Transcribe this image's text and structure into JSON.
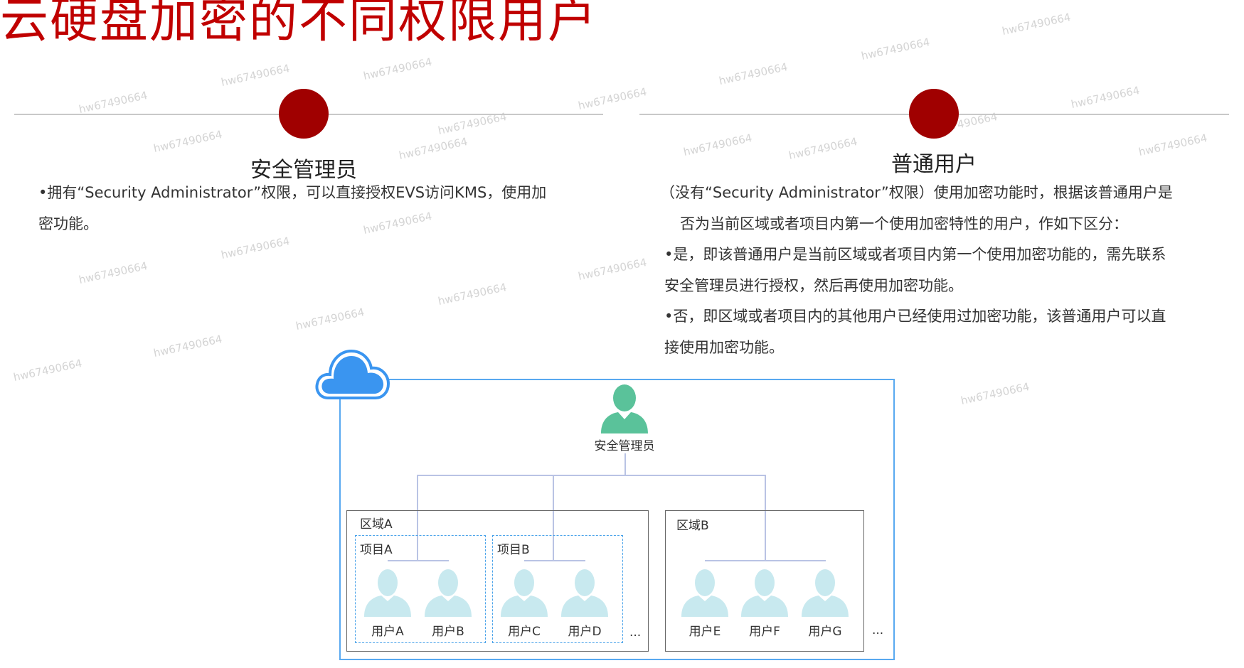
{
  "title": "云硬盘加密的不同权限用户",
  "watermark": "hw67490664",
  "colors": {
    "title": "#c00000",
    "dot": "#a00000",
    "frame": "#59a9f0",
    "admin_icon": "#5ac29a",
    "user_icon": "#c8e9ef"
  },
  "left": {
    "heading": "安全管理员",
    "lines": [
      "•拥有“Security Administrator”权限，可以直接授权EVS访问KMS，使用加",
      "密功能。"
    ]
  },
  "right": {
    "heading": "普通用户",
    "lines": [
      "（没有“Security Administrator”权限）使用加密功能时，根据该普通用户是",
      "否为当前区域或者项目内第一个使用加密特性的用户，作如下区分：",
      "•是，即该普通用户是当前区域或者项目内第一个使用加密功能的，需先联系",
      "安全管理员进行授权，然后再使用加密功能。",
      "•否，即区域或者项目内的其他用户已经使用过加密功能，该普通用户可以直",
      "接使用加密功能。"
    ]
  },
  "diagram": {
    "admin_label": "安全管理员",
    "region_a": "区域A",
    "region_b": "区域B",
    "project_a": "项目A",
    "project_b": "项目B",
    "users": [
      "用户A",
      "用户B",
      "用户C",
      "用户D",
      "用户E",
      "用户F",
      "用户G"
    ],
    "ellipsis": "..."
  }
}
